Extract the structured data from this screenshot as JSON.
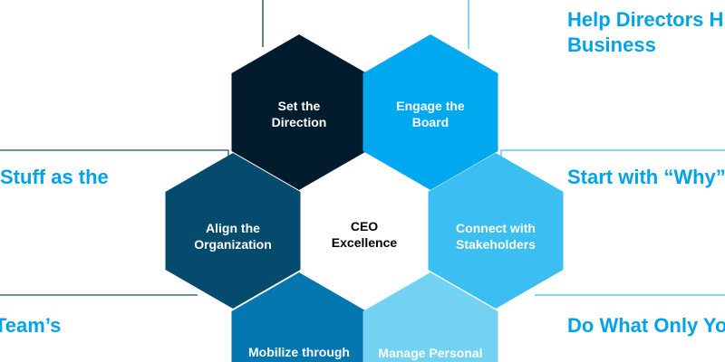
{
  "center": {
    "line1": "CEO",
    "line2": "Excellence"
  },
  "hexes": [
    {
      "id": "direction",
      "line1": "Set the",
      "line2": "Direction",
      "color": "#021c2e"
    },
    {
      "id": "board",
      "line1": "Engage the",
      "line2": "Board",
      "color": "#00a8ef"
    },
    {
      "id": "organization",
      "line1": "Align the",
      "line2": "Organization",
      "color": "#054b6e"
    },
    {
      "id": "stakeholders",
      "line1": "Connect with",
      "line2": "Stakeholders",
      "color": "#3bbef2"
    },
    {
      "id": "mobilize",
      "line1": "Mobilize through",
      "line2": "",
      "color": "#0477b0"
    },
    {
      "id": "personal",
      "line1": "Manage Personal",
      "line2": "",
      "color": "#73d2f2"
    }
  ],
  "side_texts": {
    "left_middle": "Stuff as the",
    "left_bottom": "Team’s",
    "right_top_line1": "Help Directors H",
    "right_top_line2": "Business",
    "right_middle": "Start with “Why”",
    "right_bottom": "Do What Only Yo"
  },
  "colors": {
    "accent": "#00a3e8"
  }
}
